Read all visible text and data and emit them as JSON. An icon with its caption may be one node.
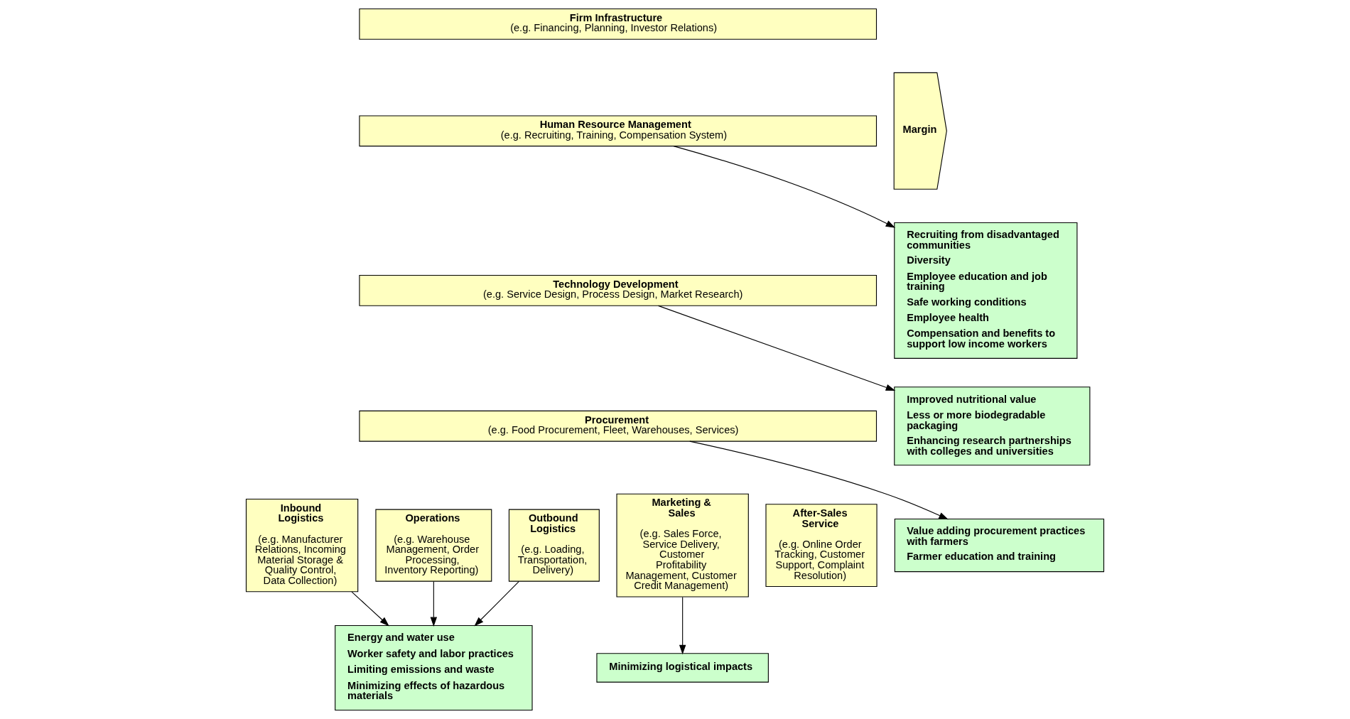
{
  "diagram": {
    "nodes": [
      {
        "text": [
          "Firm Infrastructure",
          "(e.g. Financing, Planning, Investor Relations)"
        ]
      },
      {
        "text": [
          "Human Resource Management",
          "(e.g. Recruiting, Training, Compensation System)"
        ]
      },
      {
        "text": [
          "Technology Development",
          "(e.g. Service Design, Process Design, Market Research)"
        ]
      },
      {
        "text": [
          "Procurement",
          "(e.g. Food Procurement, Fleet, Warehouses, Services)"
        ]
      },
      {
        "text": [
          "Inbound Logistics",
          "(e.g. Manufacturer Relations, Incoming Material Storage & Quality Control, Data Collection)"
        ]
      },
      {
        "text": [
          "Operations",
          "(e.g. Warehouse Management, Order Processing, Inventory Reporting)"
        ]
      },
      {
        "text": [
          "Outbound Logistics",
          "(e.g. Loading, Transportation, Delivery)"
        ]
      },
      {
        "text": [
          "Marketing & Sales",
          "(e.g. Sales Force, Service Delivery, Customer Profitability Management, Customer Credit Management)"
        ]
      },
      {
        "text": [
          "After-Sales Service",
          "(e.g. Online Order Tracking, Customer Support, Complaint Resolution)"
        ]
      },
      {
        "text": [
          "Margin"
        ]
      },
      {
        "text": [
          "Improved nutritional value",
          "Less or more biodegradable packaging",
          "Enhancing research partnerships with colleges and universities"
        ]
      },
      {
        "text": [
          "Value adding procurement practices with farmers",
          "Farmer education and training"
        ]
      },
      {
        "text": [
          "Recruiting from disadvantaged communities",
          "Diversity",
          "Employee education and job training",
          "Safe working conditions",
          "Employee health",
          "Compensation and benefits to support low income workers"
        ]
      },
      {
        "text": [
          "Energy and water use",
          "Worker safety and labor practices",
          "Limiting emissions and waste",
          "Minimizing effects of hazardous materials"
        ]
      },
      {
        "text": [
          "Minimizing logistical impacts"
        ]
      }
    ],
    "edges": [
      {
        "from": 2,
        "to": 10,
        "arrow": "to"
      },
      {
        "from": 3,
        "to": 11,
        "arrow": "to"
      },
      {
        "from": 1,
        "to": 12,
        "arrow": "to"
      },
      {
        "from": 4,
        "to": 13,
        "arrow": "to"
      },
      {
        "from": 5,
        "to": 13,
        "arrow": "to"
      },
      {
        "from": 6,
        "to": 13,
        "arrow": "to"
      },
      {
        "from": 7,
        "to": 14,
        "arrow": "to"
      }
    ]
  }
}
